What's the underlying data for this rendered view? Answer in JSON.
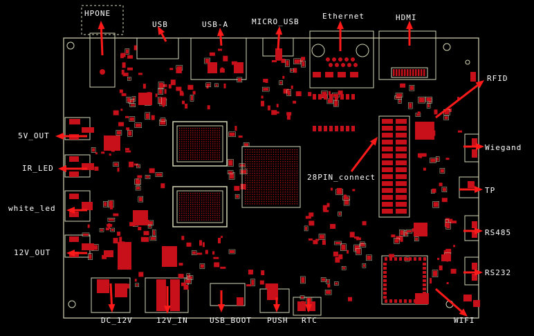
{
  "labels": {
    "hpone": "HPONE",
    "usb": "USB",
    "usb_a": "USB-A",
    "micro_usb": "MICRO_USB",
    "ethernet": "Ethernet",
    "hdmi": "HDMI",
    "rfid": "RFID",
    "wiegand": "Wiegand",
    "tp": "TP",
    "rs485": "RS485",
    "rs232": "RS232",
    "wifi": "WIFI",
    "out_5v": "5V_OUT",
    "ir_led": "IR_LED",
    "white_led": "white_led",
    "out_12v": "12V_OUT",
    "dc_12v": "DC_12V",
    "in_12v": "12V_IN",
    "usb_boot": "USB_BOOT",
    "push": "PUSH",
    "rtc": "RTC",
    "pin28": "28PIN_connect"
  },
  "colors": {
    "background": "#000000",
    "silkscreen": "#d8d8b8",
    "pad": "#c8101a",
    "arrow": "#ff1a1a",
    "label": "#ffffff"
  }
}
